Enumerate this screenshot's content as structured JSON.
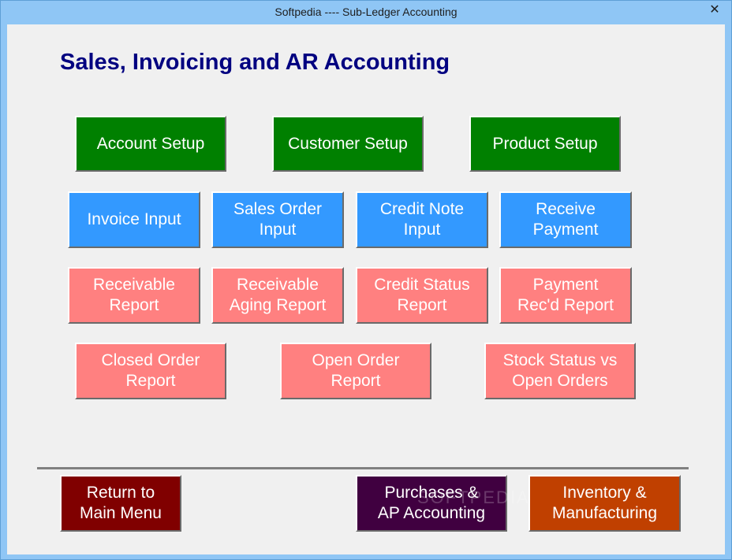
{
  "window": {
    "title": "Softpedia ---- Sub-Ledger Accounting",
    "close_label": "✕"
  },
  "heading": "Sales, Invoicing and AR Accounting",
  "setup": {
    "account_setup": "Account Setup",
    "customer_setup": "Customer Setup",
    "product_setup": "Product Setup"
  },
  "inputs": {
    "invoice_input": "Invoice Input",
    "sales_order_input": "Sales Order\nInput",
    "credit_note_input": "Credit Note\nInput",
    "receive_payment": "Receive\nPayment"
  },
  "reports": {
    "receivable_report": "Receivable\nReport",
    "receivable_aging_report": "Receivable\nAging Report",
    "credit_status_report": "Credit Status\nReport",
    "payment_recd_report": "Payment\nRec'd Report",
    "closed_order_report": "Closed Order\nReport",
    "open_order_report": "Open Order\nReport",
    "stock_status_vs_open_orders": "Stock Status vs\nOpen Orders"
  },
  "navigation": {
    "return_main_menu": "Return to\nMain Menu",
    "purchases_ap": "Purchases  &\nAP Accounting",
    "inventory_manufacturing": "Inventory  &\nManufacturing"
  },
  "watermark": "SOFTPEDIA",
  "colors": {
    "title_bar": "#8fc6f5",
    "client_bg": "#f0f0f0",
    "heading": "#000080",
    "setup_button": "#008000",
    "input_button": "#3399ff",
    "report_button": "#ff8080",
    "return_button": "#800000",
    "purchases_button": "#400040",
    "inventory_button": "#c04000"
  }
}
